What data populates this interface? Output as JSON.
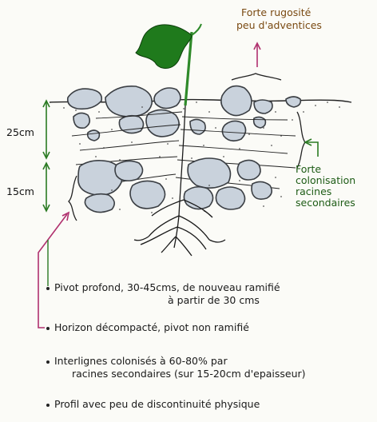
{
  "labels": {
    "top_right_line1": "Forte rugosité",
    "top_right_line2": "peu d'adventices",
    "depth_25": "25cm",
    "depth_15": "15cm",
    "side_line1": "Forte",
    "side_line2": "colonisation",
    "side_line3": "racines",
    "side_line4": "secondaires"
  },
  "bullets": [
    {
      "line1": "Pivot profond,  30-45cms, de nouveau ramifié",
      "line2": "à partir de 30 cms"
    },
    {
      "line1": "Horizon décompacté, pivot non ramifié",
      "line2": ""
    },
    {
      "line1": "Interlignes colonisés à 60-80%  par",
      "line2": "racines secondaires (sur 15-20cm d'epaisseur)"
    },
    {
      "line1": "Profil avec peu de discontinuité  physique",
      "line2": ""
    }
  ],
  "colors": {
    "clod_fill": "#c9d2dc",
    "clod_stroke": "#3b3f44",
    "stem": "#2f8a2a",
    "leaf": "#1f7a1c",
    "arrow_green": "#2a7a22",
    "arrow_magenta": "#b0306e"
  }
}
